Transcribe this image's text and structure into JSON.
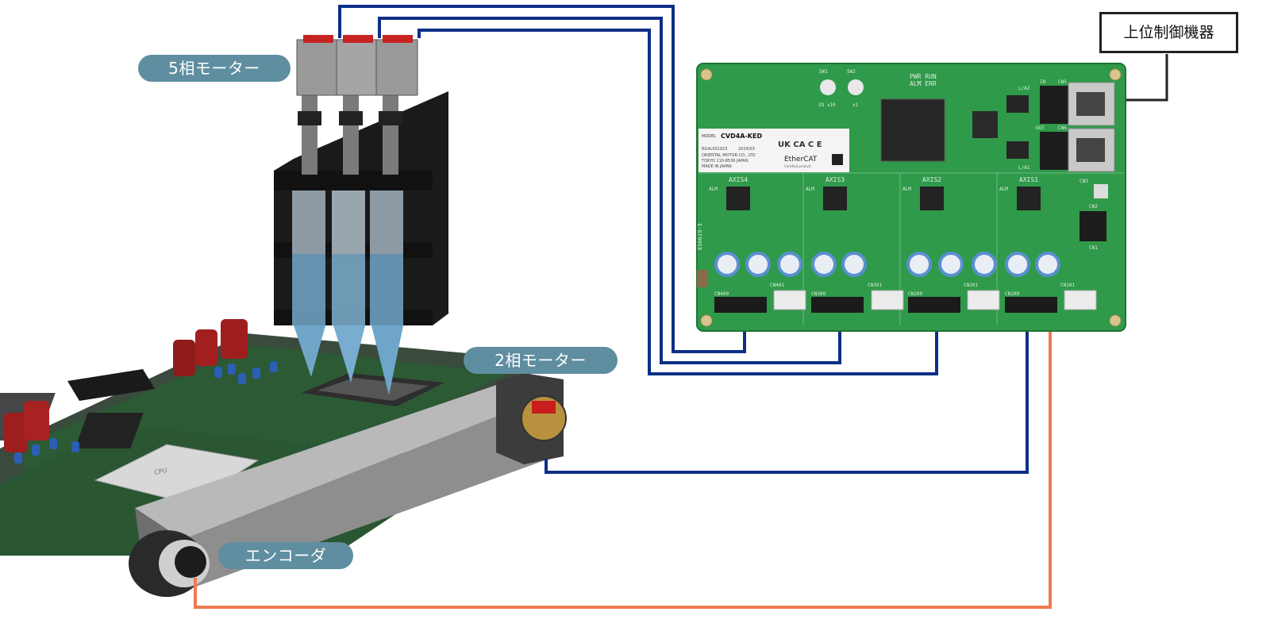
{
  "labels": {
    "five_phase_motor": "5相モーター",
    "two_phase_motor": "2相モーター",
    "encoder": "エンコーダ",
    "host_controller": "上位制御機器"
  },
  "driver_board": {
    "model_label": "MODEL",
    "model": "CVD4A-KED",
    "lot": "RG4L001923",
    "date": "2024/03",
    "maker": "ORIENTAL MOTOR CO., LTD",
    "address": "TOKYO 110-8536 JAPAN",
    "origin": "MADE IN JAPAN",
    "ethercat": "EtherCAT",
    "ethercat_sub": "Certified product",
    "certs": "UK CA  C E",
    "sw1": "SW1",
    "sw2": "SW2",
    "sw1_sub": "ID x10",
    "sw2_sub": "x1",
    "status_top": "PWR RUN",
    "status_bottom": "ALM ERR",
    "axis_labels": [
      "AXIS4",
      "AXIS3",
      "AXIS2",
      "AXIS1"
    ],
    "axis_alm": "ALM",
    "connectors_left": [
      "CN400",
      "CN300",
      "CN200",
      "CN100"
    ],
    "connectors_right": [
      "CN401",
      "CN301",
      "CN201",
      "CN101"
    ],
    "port_in": "IN",
    "port_out": "OUT",
    "cn5": "CN5",
    "cn6": "CN6",
    "cn1": "CN1",
    "cn2": "CN2",
    "cn3": "CN3",
    "la_top": "L/A2",
    "la_bottom": "L/A1",
    "edge_code": "ES6619-3"
  },
  "colors": {
    "motor_cable": "#0d2f86",
    "encoder_cable": "#f07a50",
    "label_pill": "#5f8ea0",
    "pcb_green": "#2f9a4a"
  }
}
